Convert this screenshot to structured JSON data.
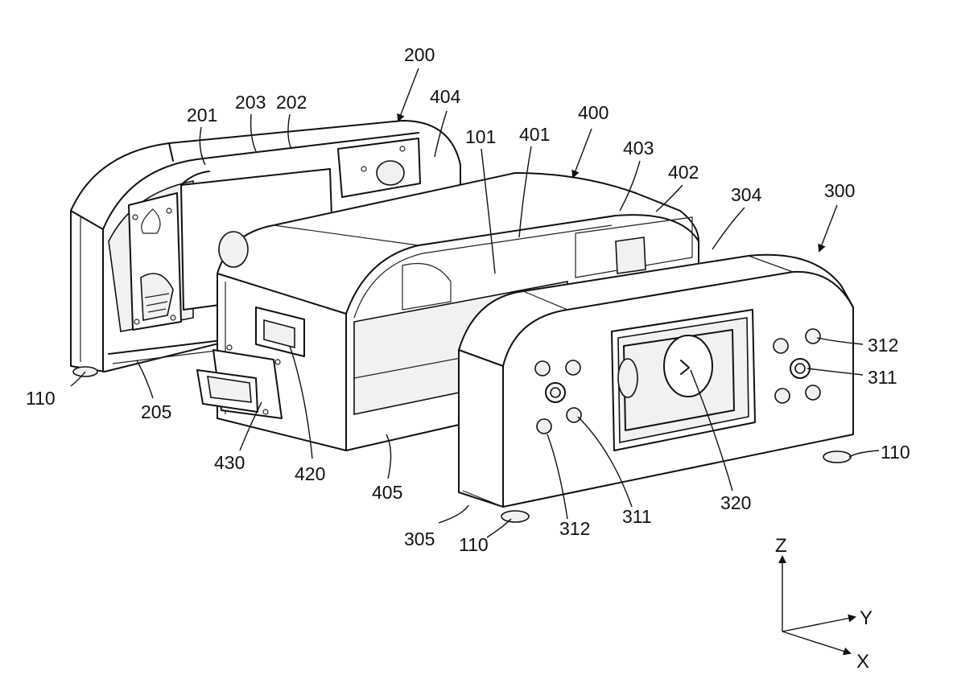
{
  "figure": {
    "assembly_200": "200",
    "assembly_300": "300",
    "assembly_400": "400",
    "labels": {
      "l101": "101",
      "l110a": "110",
      "l110b": "110",
      "l110c": "110",
      "l201": "201",
      "l202": "202",
      "l203": "203",
      "l205": "205",
      "l304": "304",
      "l305": "305",
      "l311a": "311",
      "l311b": "311",
      "l312a": "312",
      "l312b": "312",
      "l320": "320",
      "l401": "401",
      "l402": "402",
      "l403": "403",
      "l404": "404",
      "l405": "405",
      "l420": "420",
      "l430": "430"
    },
    "axes": {
      "z": "Z",
      "y": "Y",
      "x": "X"
    }
  }
}
